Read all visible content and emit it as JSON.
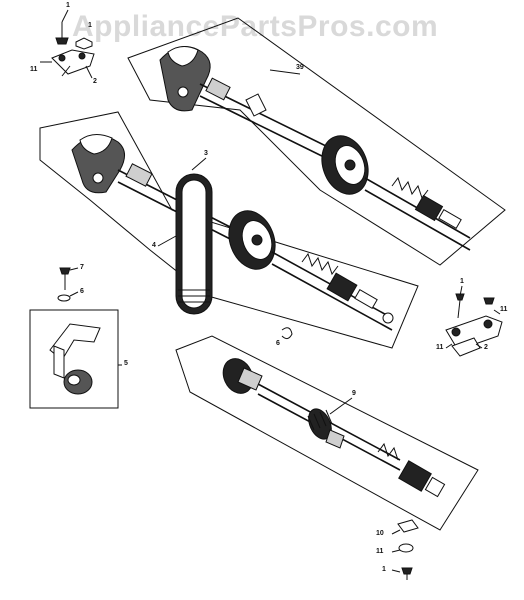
{
  "watermark": "AppliancePartsPros.com",
  "callouts": {
    "c1_top": "1",
    "c1_top_b": "1",
    "c11_top": "11",
    "c2_top": "2",
    "c39": "39",
    "c3": "3",
    "c4": "4",
    "c7": "7",
    "c6_left": "6",
    "c5": "5",
    "c6_mid": "6",
    "c9": "9",
    "c1_right": "1",
    "c11_right_a": "11",
    "c11_right_b": "11",
    "c2_right": "2",
    "c10": "10",
    "c11_bottom": "11",
    "c1_bottom": "1"
  }
}
